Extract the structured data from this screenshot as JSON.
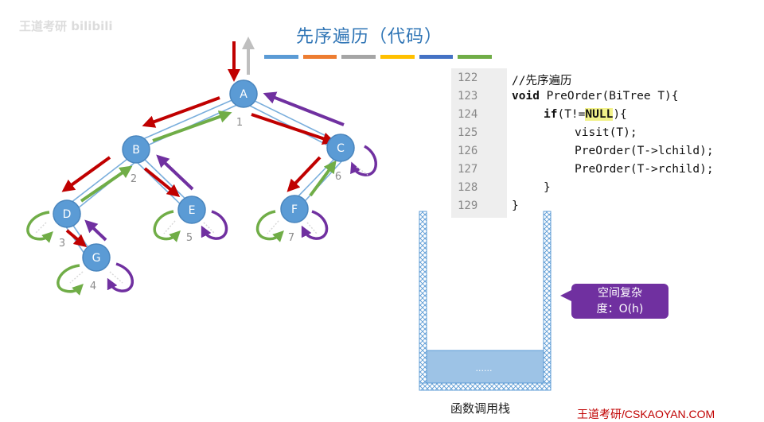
{
  "title": "先序遍历（代码）",
  "title_bar_colors": [
    "#5b9bd5",
    "#ed7d31",
    "#a5a5a5",
    "#ffc000",
    "#4472c4",
    "#70ad47"
  ],
  "watermark_left": "王道考研 bilibili",
  "watermark_right": "王道考研/CSKAOYAN.COM",
  "nodes": [
    {
      "id": "A",
      "order": "1"
    },
    {
      "id": "B",
      "order": "2"
    },
    {
      "id": "C",
      "order": "6"
    },
    {
      "id": "D",
      "order": "3"
    },
    {
      "id": "E",
      "order": "5"
    },
    {
      "id": "F",
      "order": "7"
    },
    {
      "id": "G",
      "order": "4"
    }
  ],
  "code": {
    "line_numbers": [
      "122",
      "123",
      "124",
      "125",
      "126",
      "127",
      "128",
      "129"
    ],
    "line1": "//先序遍历",
    "line2_kw": "void",
    "line2_rest": " PreOrder(BiTree T){",
    "line3_kw": "if",
    "line3_a": "(T!=",
    "line3_hl": "NULL",
    "line3_b": "){",
    "line4": "visit(T);",
    "line5": "PreOrder(T->lchild);",
    "line6": "PreOrder(T->rchild);",
    "line7": "}",
    "line8": "}"
  },
  "tooltip": {
    "line1": "空间复杂",
    "line2": "度：O(h)"
  },
  "stack": {
    "ellipsis": "......",
    "label": "函数调用栈"
  },
  "colors": {
    "node_fill": "#5b9bd5",
    "edge": "#7aaedc",
    "down_arrow": "#c00000",
    "up_green": "#70ad47",
    "up_purple": "#7030a0",
    "up_gray": "#bfbfbf",
    "tooltip": "#7030a0"
  }
}
